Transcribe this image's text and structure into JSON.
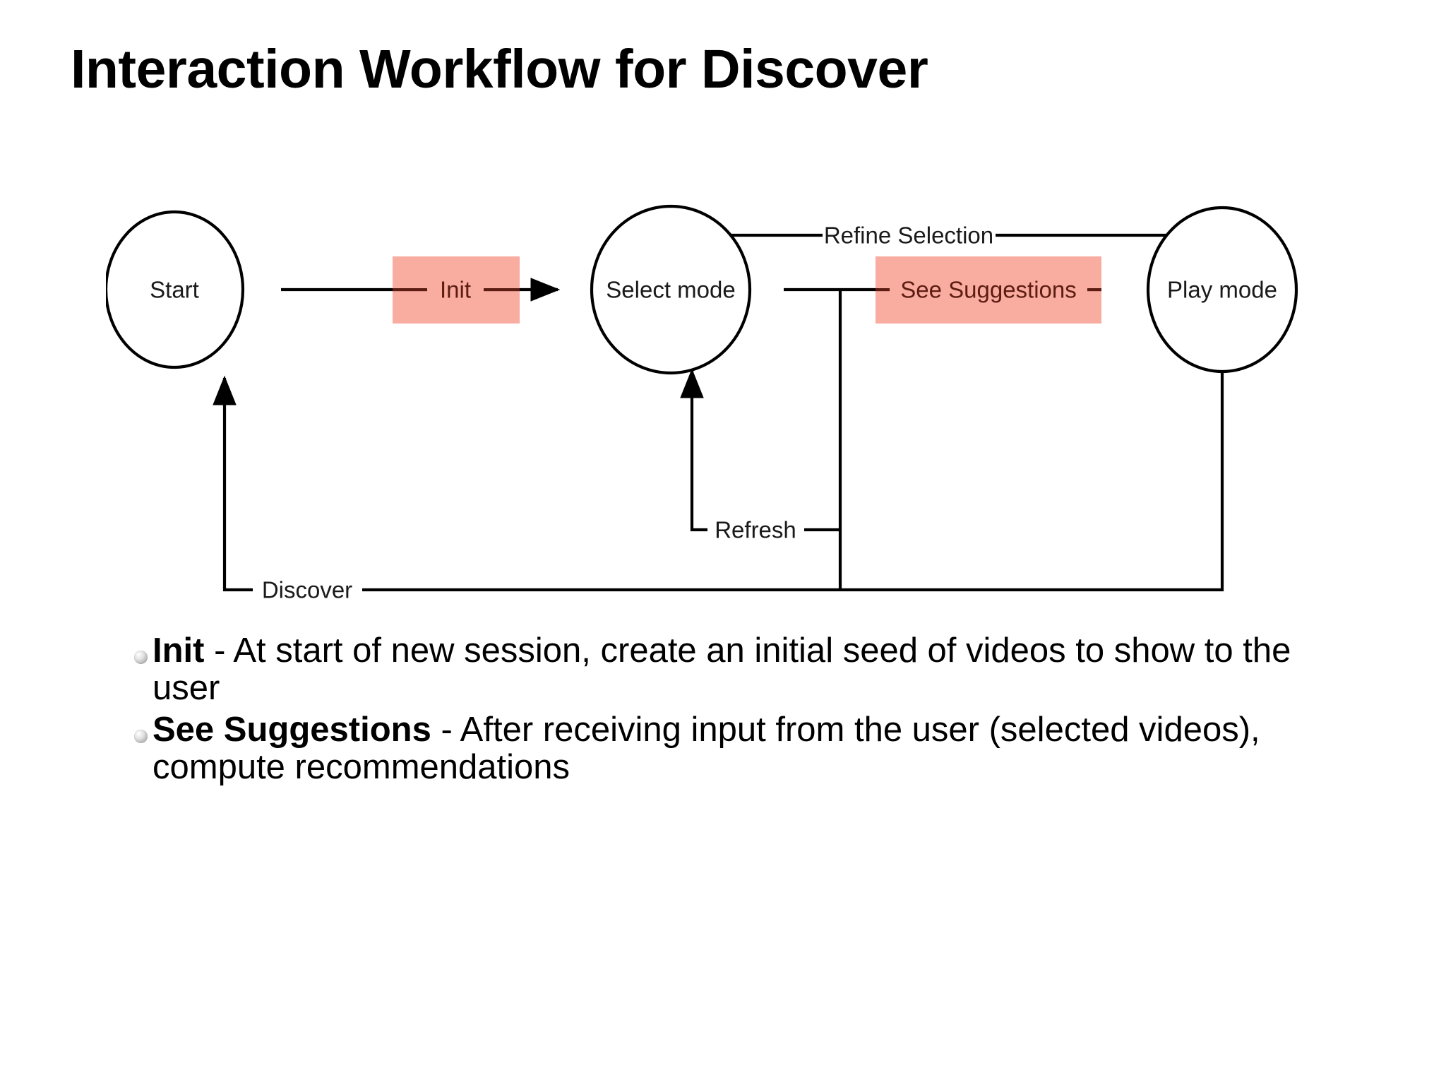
{
  "slide": {
    "title": "Interaction Workflow for Discover",
    "background_color": "#ffffff",
    "highlight_color": "#f9ada0",
    "highlight_text_color": "#5d1c12",
    "text_color": "#000000"
  },
  "diagram": {
    "type": "state-machine-flowchart",
    "nodes": [
      {
        "id": "start",
        "label": "Start"
      },
      {
        "id": "select_mode",
        "label": "Select mode"
      },
      {
        "id": "play_mode",
        "label": "Play mode"
      }
    ],
    "edges": [
      {
        "id": "init",
        "label": "Init",
        "from": "start",
        "to": "select_mode",
        "highlighted": true
      },
      {
        "id": "see_suggestions",
        "label": "See Suggestions",
        "from": "select_mode",
        "to": "play_mode",
        "highlighted": true
      },
      {
        "id": "refine_selection",
        "label": "Refine Selection",
        "from": "play_mode",
        "to": "select_mode",
        "highlighted": false
      },
      {
        "id": "refresh",
        "label": "Refresh",
        "from": "select_mode",
        "to": "select_mode",
        "highlighted": false
      },
      {
        "id": "discover",
        "label": "Discover",
        "from": "play_mode",
        "to": "start",
        "highlighted": false
      }
    ]
  },
  "bullets": [
    {
      "lead": "Init",
      "rest": " - At start of new session, create an initial seed of videos to show to the user"
    },
    {
      "lead": "See Suggestions",
      "rest": " - After receiving input from the user (selected videos), compute recommendations"
    }
  ]
}
